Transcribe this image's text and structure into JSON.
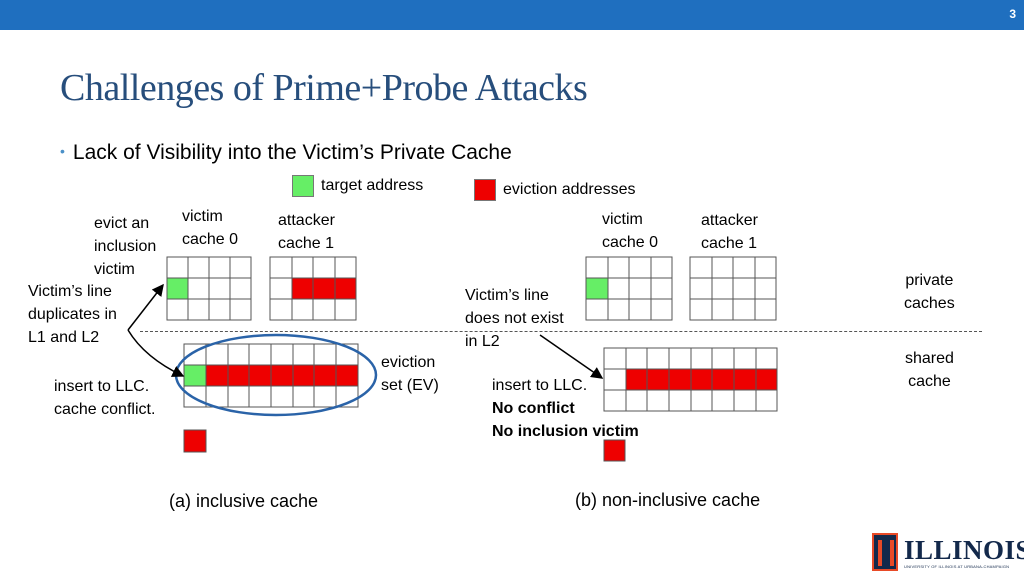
{
  "slide": {
    "number": "3",
    "title": "Challenges of Prime+Probe Attacks"
  },
  "bullet": "Lack of Visibility into the Victim’s Private Cache",
  "legend": {
    "target": {
      "label": "target address",
      "color": "#66ee66"
    },
    "eviction": {
      "label": "eviction addresses",
      "color": "#ee0000"
    }
  },
  "inclusive": {
    "victim_cache_line1": "victim",
    "victim_cache_line2": "cache 0",
    "attacker_cache_line1": "attacker",
    "attacker_cache_line2": "cache 1",
    "evict_note": [
      "evict an",
      "inclusion",
      "victim"
    ],
    "duplicate_note": [
      "Victim’s line",
      "duplicates in",
      "L1 and L2"
    ],
    "insert_note": [
      "insert to LLC.",
      "cache conflict."
    ],
    "eviction_set": [
      "eviction",
      "set (EV)"
    ],
    "caption": "(a) inclusive cache"
  },
  "noninclusive": {
    "victim_cache_line1": "victim",
    "victim_cache_line2": "cache 0",
    "attacker_cache_line1": "attacker",
    "attacker_cache_line2": "cache 1",
    "missing_note": [
      "Victim’s line",
      "does not exist",
      "in L2"
    ],
    "insert_note": [
      "insert to LLC.",
      "No conflict",
      "No inclusion victim"
    ],
    "caption": "(b) non-inclusive cache"
  },
  "levels": {
    "private": [
      "private",
      "caches"
    ],
    "shared": [
      "shared",
      "cache"
    ]
  },
  "logo": {
    "name": "ILLINOIS",
    "sub": "UNIVERSITY OF ILLINOIS AT URBANA-CHAMPAIGN"
  }
}
